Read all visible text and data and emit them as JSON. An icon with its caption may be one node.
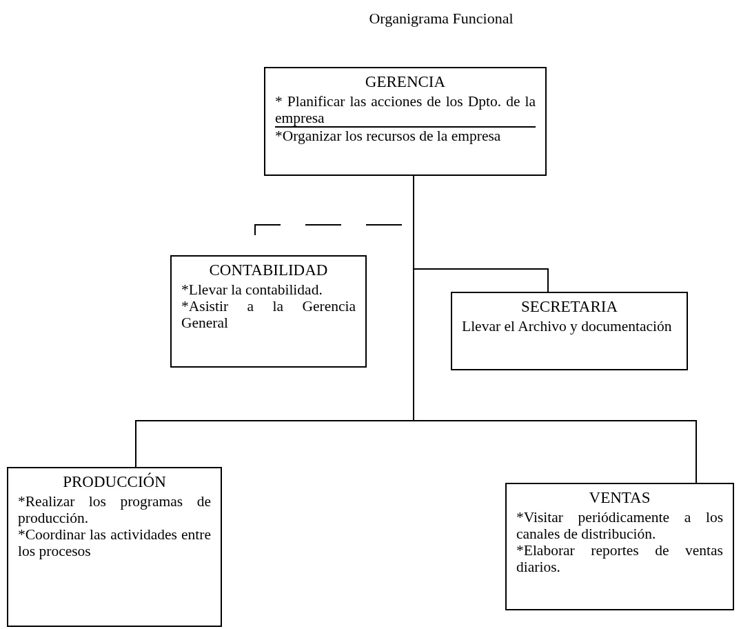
{
  "diagram": {
    "title": "Organigrama Funcional",
    "nodes": [
      {
        "text": [
          "GERENCIA",
          "* Planificar las acciones de los Dpto. de la empresa",
          "*Organizar los recursos de la empresa"
        ]
      },
      {
        "text": [
          "CONTABILIDAD",
          "*Llevar la contabilidad.",
          "*Asistir a la Gerencia General"
        ]
      },
      {
        "text": [
          "SECRETARIA",
          "Llevar el Archivo y documentación"
        ]
      },
      {
        "text": [
          "PRODUCCIÓN",
          "*Realizar los programas de producción.",
          "*Coordinar las actividades entre los procesos"
        ]
      },
      {
        "text": [
          "VENTAS",
          "*Visitar periódicamente a los canales de distribución.",
          "*Elaborar reportes de ventas diarios."
        ]
      }
    ],
    "edges": [
      {
        "from": 0,
        "to": 1,
        "arrow": "none",
        "style": "dashed"
      },
      {
        "from": 0,
        "to": 2,
        "arrow": "none"
      },
      {
        "from": 0,
        "to": 3,
        "arrow": "none"
      },
      {
        "from": 0,
        "to": 4,
        "arrow": "none"
      }
    ]
  }
}
